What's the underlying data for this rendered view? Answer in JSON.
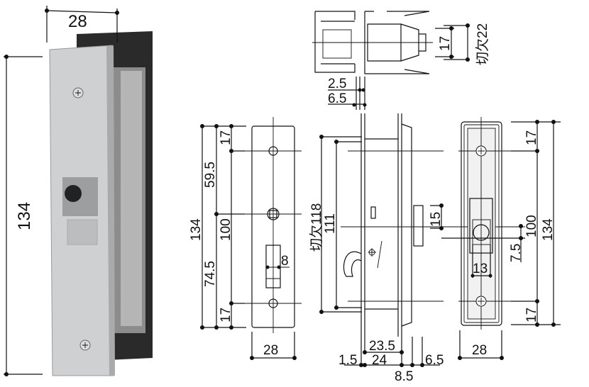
{
  "photo": {
    "width_label": "28",
    "height_label": "134"
  },
  "top_view": {
    "dim_17": "17",
    "cutout_22": "切欠22",
    "dim_2_5": "2.5",
    "dim_6_5": "6.5"
  },
  "front_view": {
    "top_17": "17",
    "dim_59_5": "59.5",
    "total_134": "134",
    "dim_100": "100",
    "dim_74_5": "74.5",
    "bottom_17": "17",
    "slot_8": "8",
    "width_28": "28"
  },
  "side_view": {
    "cutout_118": "切欠118",
    "dim_111": "111",
    "dim_15": "15",
    "dim_23_5": "23.5",
    "dim_1_5": "1.5",
    "dim_24": "24",
    "dim_8_5": "8.5",
    "dim_6_5": "6.5"
  },
  "back_view": {
    "top_17": "17",
    "dim_100": "100",
    "total_134": "134",
    "dim_7_5": "7.5",
    "dim_13": "13",
    "bottom_17": "17",
    "width_28": "28"
  }
}
